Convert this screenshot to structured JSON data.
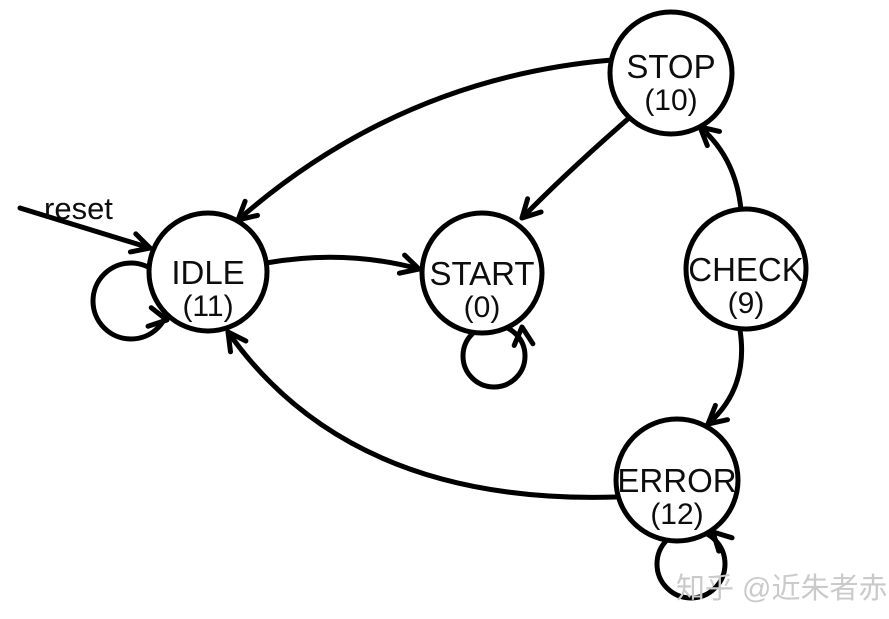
{
  "diagram": {
    "type": "finite-state-machine",
    "background_color": "#ffffff",
    "line_color": "#000000",
    "reset_label": "reset",
    "watermark": {
      "text": "知乎 @近朱者赤",
      "color": "#cacaca"
    },
    "states": [
      {
        "name": "IDLE",
        "code": "(11)",
        "self_loop": true
      },
      {
        "name": "START",
        "code": "(0)",
        "self_loop": true
      },
      {
        "name": "STOP",
        "code": "(10)",
        "self_loop": false
      },
      {
        "name": "CHECK",
        "code": "(9)",
        "self_loop": false
      },
      {
        "name": "ERROR",
        "code": "(12)",
        "self_loop": true
      }
    ],
    "transitions": [
      {
        "from": "reset-entry",
        "to": "IDLE"
      },
      {
        "from": "IDLE",
        "to": "IDLE"
      },
      {
        "from": "IDLE",
        "to": "START"
      },
      {
        "from": "START",
        "to": "START"
      },
      {
        "from": "STOP",
        "to": "START"
      },
      {
        "from": "STOP",
        "to": "IDLE"
      },
      {
        "from": "CHECK",
        "to": "STOP"
      },
      {
        "from": "CHECK",
        "to": "ERROR"
      },
      {
        "from": "ERROR",
        "to": "IDLE"
      },
      {
        "from": "ERROR",
        "to": "ERROR"
      }
    ]
  }
}
